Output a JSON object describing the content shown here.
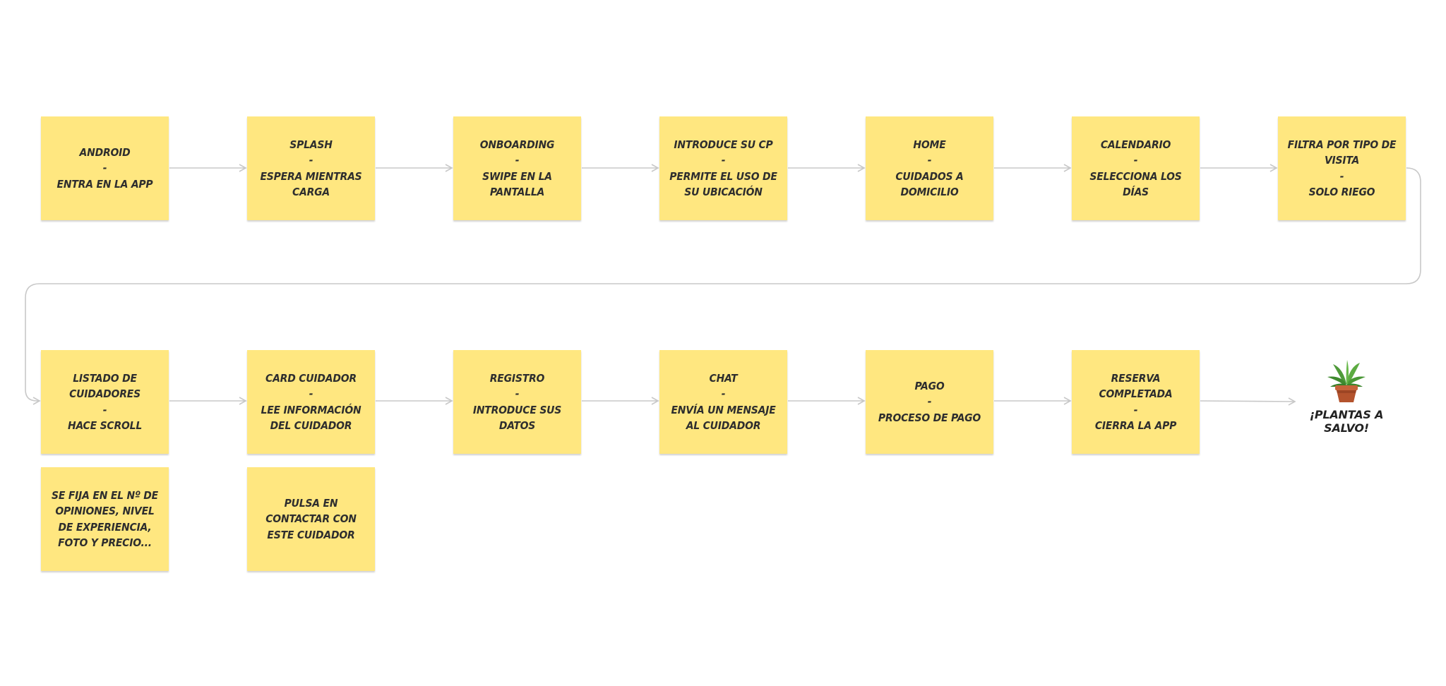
{
  "flow": {
    "row1": [
      {
        "text": "Android\n-\nEntra en la app"
      },
      {
        "text": "Splash\n-\nEspera mientras\ncarga"
      },
      {
        "text": "Onboarding\n-\nSwipe en la\npantalla"
      },
      {
        "text": "Introduce su CP\n-\nPermite el uso de\nsu ubicación"
      },
      {
        "text": "Home\n-\nCuidados a\ndomicilio"
      },
      {
        "text": "Calendario\n-\nSelecciona los\ndías"
      },
      {
        "text": "Filtra por tipo de\nvisita\n-\nSolo riego"
      }
    ],
    "row2": [
      {
        "text": "Listado de\ncuidadores\n-\nHace scroll"
      },
      {
        "text": "Card cuidador\n-\nLee información\ndel cuidador"
      },
      {
        "text": "Registro\n-\nIntroduce sus\ndatos"
      },
      {
        "text": "Chat\n-\nEnvía un mensaje\nal cuidador"
      },
      {
        "text": "Pago\n-\nProceso de pago"
      },
      {
        "text": "Reserva\ncompletada\n-\nCierra la app"
      }
    ],
    "notes": [
      {
        "text": "Se fija en el nº de\nopiniones, nivel\nde experiencia,\nfoto y precio..."
      },
      {
        "text": "Pulsa en\ncontactar con\neste cuidador"
      }
    ],
    "finish": {
      "label": "¡Plantas a salvo!",
      "icon": "potted-plant-icon"
    }
  },
  "colors": {
    "sticky": "#ffe780",
    "connector": "#c8c8c8",
    "text": "#2e2e2e"
  }
}
